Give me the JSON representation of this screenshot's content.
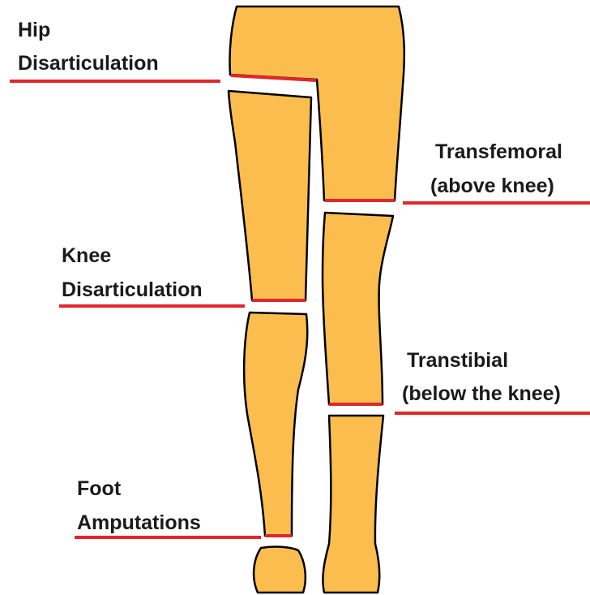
{
  "colors": {
    "limb_fill": "#FBBE4E",
    "limb_outline": "#000000",
    "cut_line": "#E0282A",
    "text": "#1a1a1a",
    "background": "#FFFFFF"
  },
  "labels": {
    "hip": {
      "line1": "Hip",
      "line2": "Disarticulation"
    },
    "transfemoral": {
      "line1": "Transfemoral",
      "line2": "(above knee)"
    },
    "knee": {
      "line1": "Knee",
      "line2": "Disarticulation"
    },
    "transtibial": {
      "line1": "Transtibial",
      "line2": "(below the knee)"
    },
    "foot": {
      "line1": "Foot",
      "line2": "Amputations"
    }
  }
}
